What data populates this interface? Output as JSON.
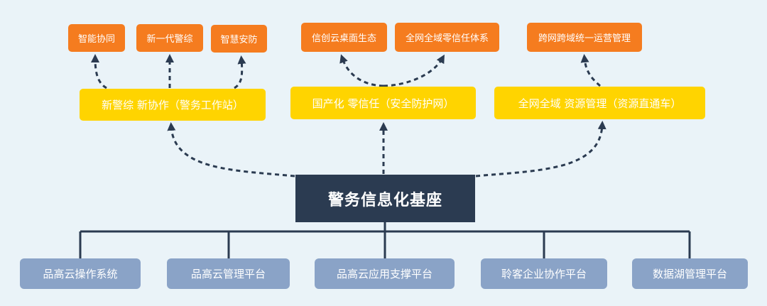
{
  "top_boxes": [
    "智能协同",
    "新一代警综",
    "智慧安防",
    "信创云桌面生态",
    "全网全域零信任体系",
    "跨网跨域统一运营管理"
  ],
  "mid_boxes": [
    "新警综 新协作（警务工作站）",
    "国产化 零信任（安全防护网）",
    "全网全域 资源管理（资源直通车）"
  ],
  "core": "警务信息化基座",
  "bottom_boxes": [
    "品高云操作系统",
    "品高云管理平台",
    "品高云应用支撑平台",
    "聆客企业协作平台",
    "数据湖管理平台"
  ],
  "colors": {
    "background": "#eaf3f8",
    "orange": "#f57c1f",
    "yellow": "#ffd400",
    "core": "#2b3b51",
    "bottom": "#8aa3c7",
    "line": "#2b3b51"
  }
}
